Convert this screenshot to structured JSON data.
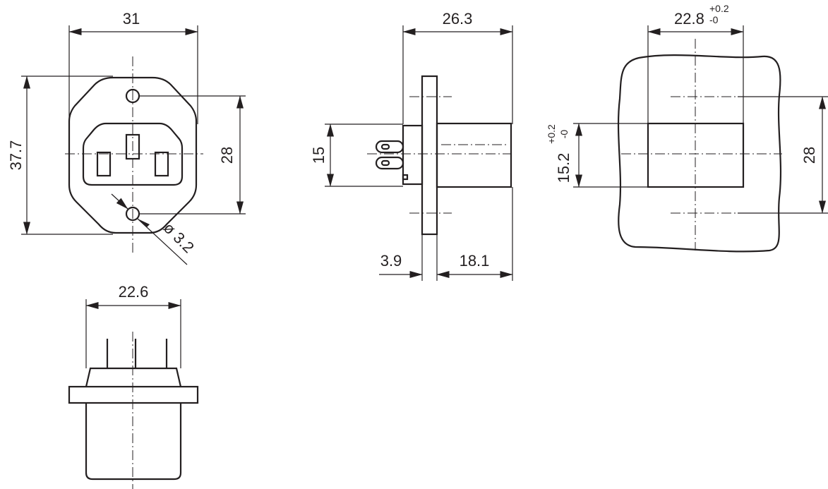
{
  "front_view": {
    "width": "31",
    "height": "37.7",
    "hole_spacing": "28",
    "hole_diameter": "ø 3.2"
  },
  "side_view": {
    "depth": "26.3",
    "pin_height": "15",
    "flange": "3.9",
    "body": "18.1"
  },
  "cutout_view": {
    "width": "22.8",
    "width_tol_upper": "+0.2",
    "width_tol_lower": "-0",
    "height": "15.2",
    "height_tol_upper": "+0.2",
    "height_tol_lower": "-0",
    "hole_spacing": "28"
  },
  "top_view": {
    "width": "22.6"
  }
}
